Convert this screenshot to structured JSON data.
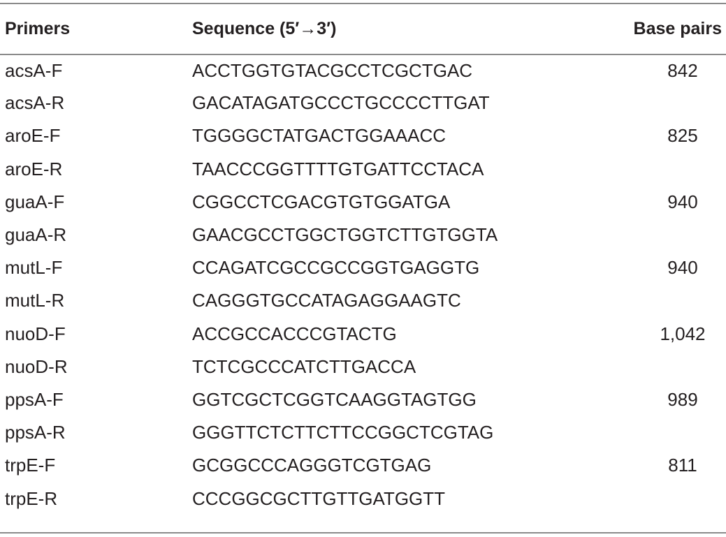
{
  "table": {
    "headers": [
      "Primers",
      "Sequence (5′→3′)",
      "Base pairs"
    ],
    "rows": [
      [
        "acsA-F",
        "ACCTGGTGTACGCCTCGCTGAC",
        "842"
      ],
      [
        "acsA-R",
        "GACATAGATGCCCTGCCCCTTGAT",
        ""
      ],
      [
        "aroE-F",
        "TGGGGCTATGACTGGAAACC",
        "825"
      ],
      [
        "aroE-R",
        "TAACCCGGTTTTGTGATTCCTACA",
        ""
      ],
      [
        "guaA-F",
        "CGGCCTCGACGTGTGGATGA",
        "940"
      ],
      [
        "guaA-R",
        "GAACGCCTGGCTGGTCTTGTGGTA",
        ""
      ],
      [
        "mutL-F",
        "CCAGATCGCCGCCGGTGAGGTG",
        "940"
      ],
      [
        "mutL-R",
        "CAGGGTGCCATAGAGGAAGTC",
        ""
      ],
      [
        "nuoD-F",
        "ACCGCCACCCGTACTG",
        "1,042"
      ],
      [
        "nuoD-R",
        "TCTCGCCCATCTTGACCA",
        ""
      ],
      [
        "ppsA-F",
        "GGTCGCTCGGTCAAGGTAGTGG",
        "989"
      ],
      [
        "ppsA-R",
        "GGGTTCTCTTCTTCCGGCTCGTAG",
        ""
      ],
      [
        "trpE-F",
        "GCGGCCCAGGGTCGTGAG",
        "811"
      ],
      [
        "trpE-R",
        "CCCGGCGCTTGTTGATGGTT",
        ""
      ]
    ]
  }
}
